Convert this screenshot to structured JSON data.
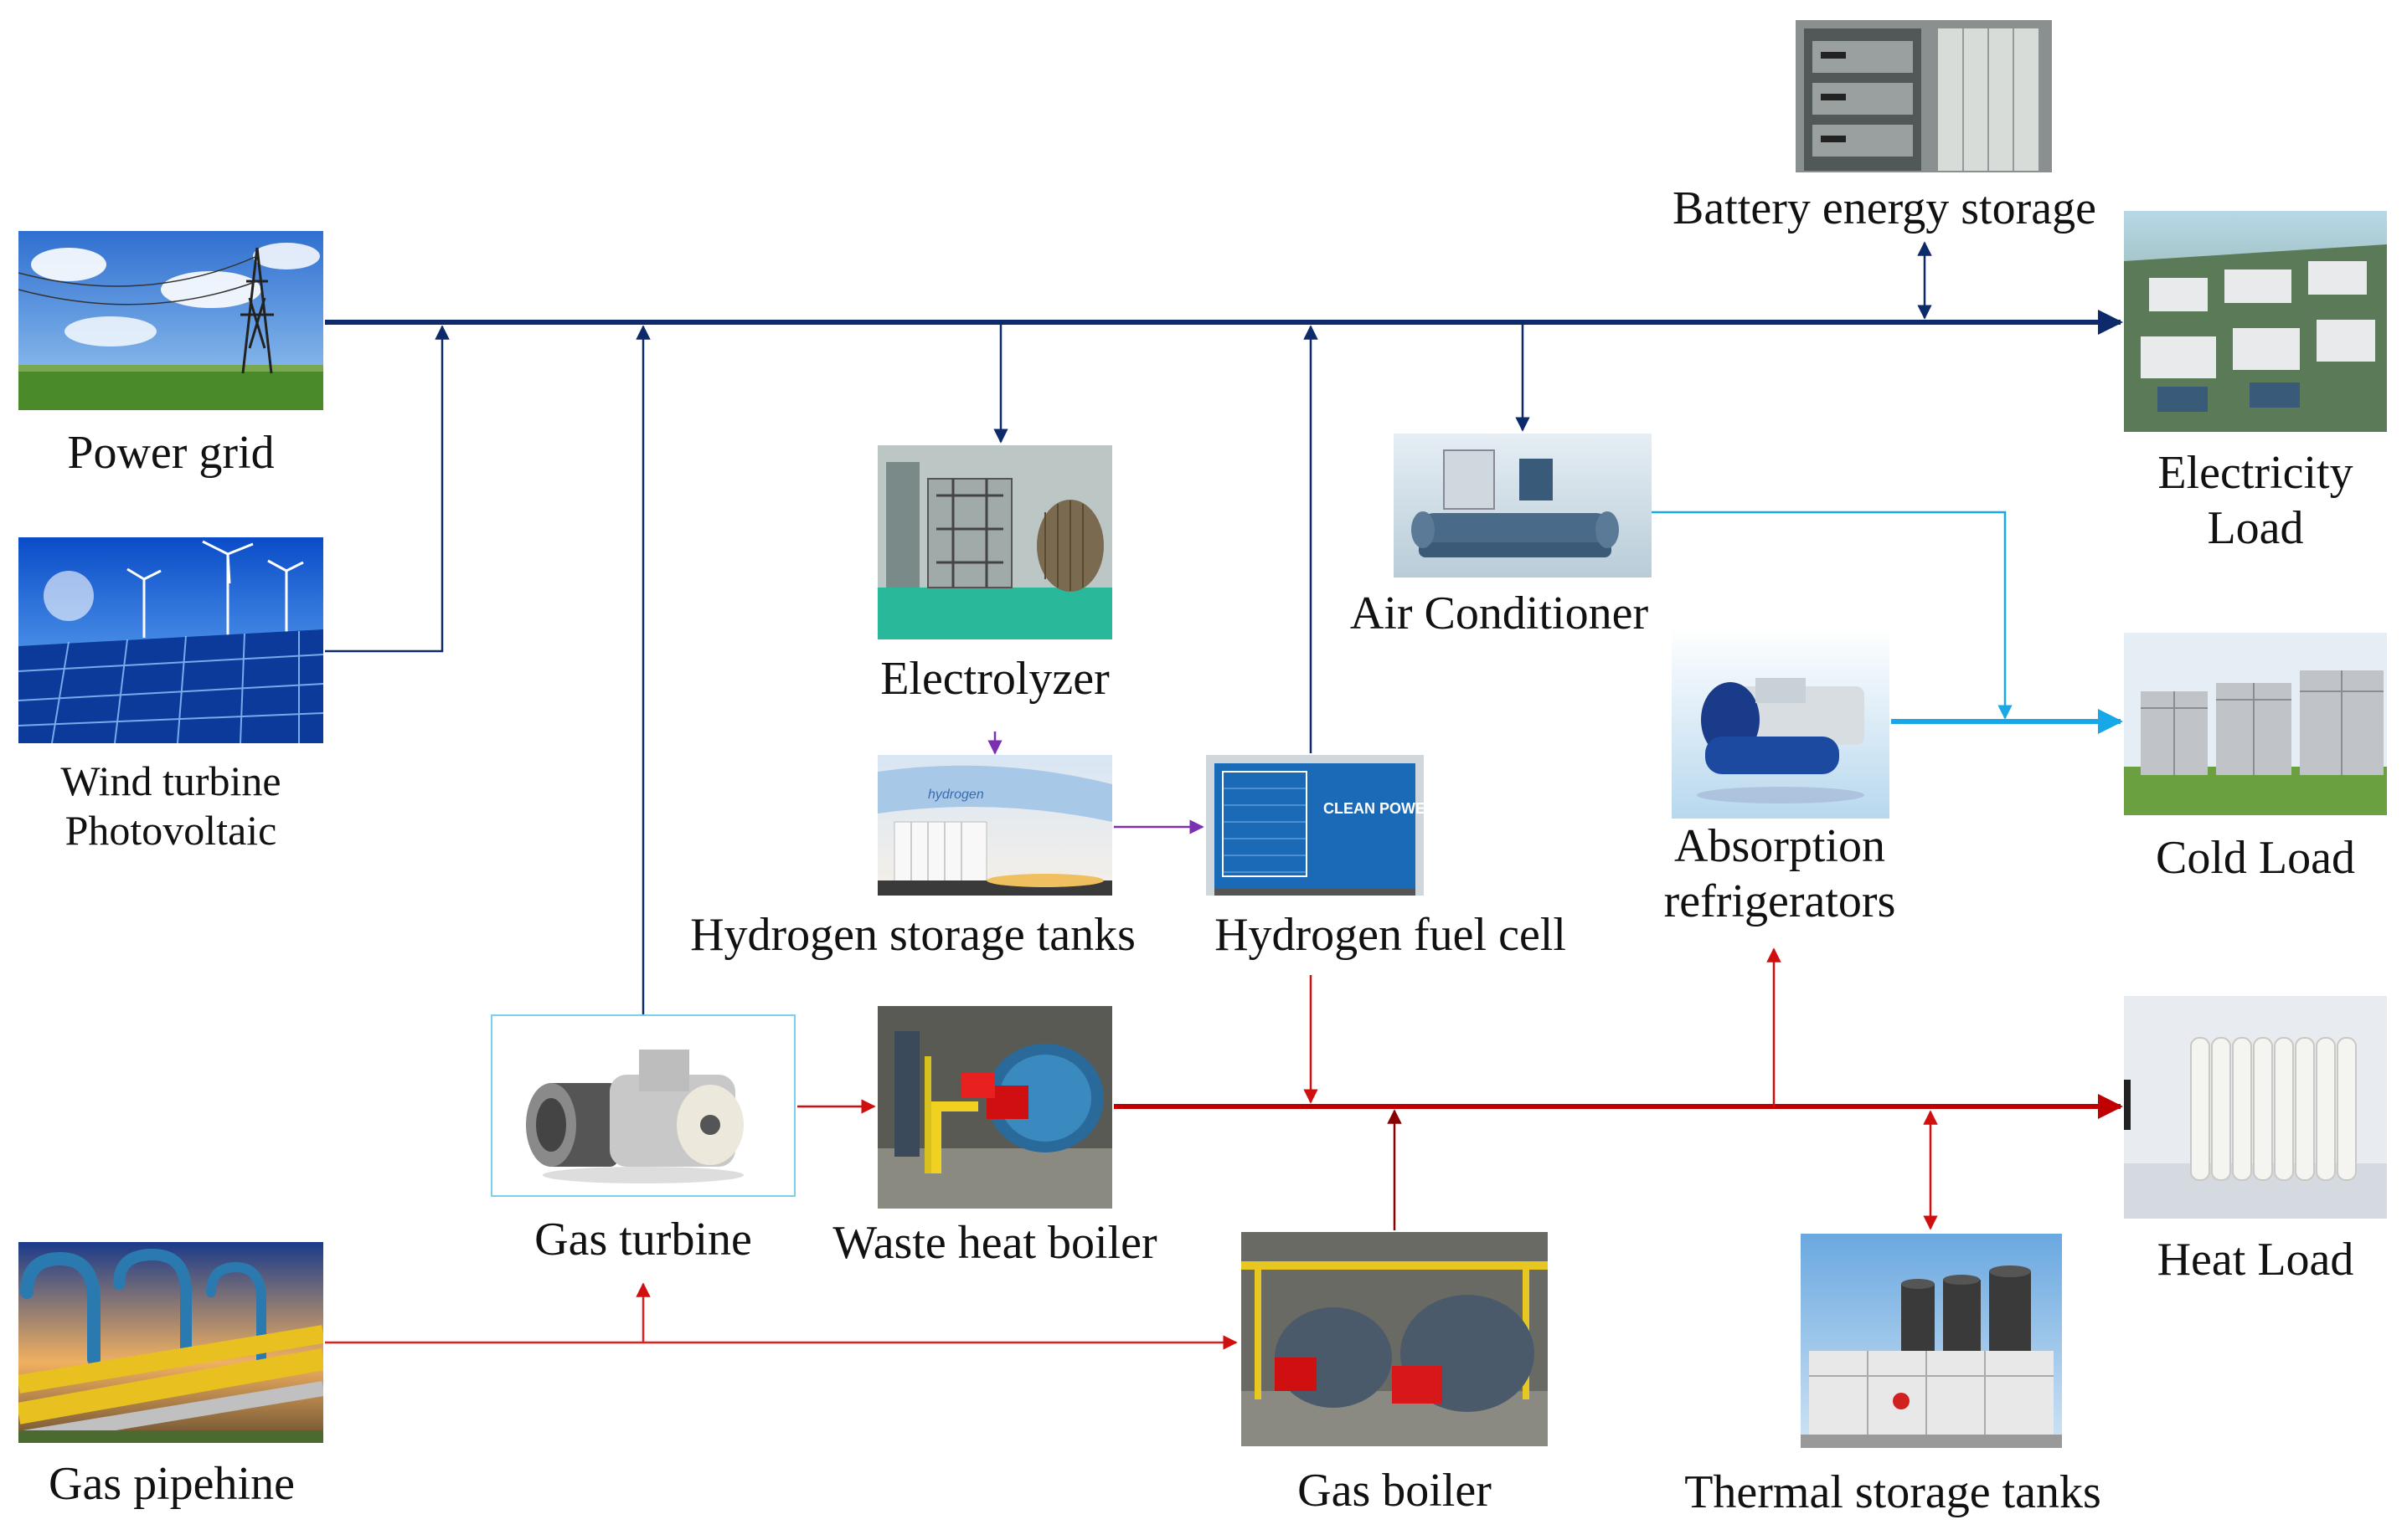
{
  "labels": {
    "power_grid": "Power grid",
    "wind_pv_line1": "Wind turbine",
    "wind_pv_line2": "Photovoltaic",
    "gas_pipeline": "Gas pipehine",
    "gas_turbine": "Gas turbine",
    "waste_heat_boiler": "Waste heat boiler",
    "electrolyzer": "Electrolyzer",
    "hydrogen_storage": "Hydrogen storage tanks",
    "hydrogen_fuel_cell": "Hydrogen fuel cell",
    "air_conditioner": "Air Conditioner",
    "absorption_line1": "Absorption",
    "absorption_line2": "refrigerators",
    "battery_storage": "Battery energy storage",
    "gas_boiler": "Gas boiler",
    "thermal_storage": "Thermal storage tanks",
    "electricity_load_line1": "Electricity",
    "electricity_load_line2": "Load",
    "cold_load": "Cold Load",
    "heat_load": "Heat Load"
  },
  "image_text": {
    "hydrogen_tank_text": "hydrogen",
    "fuel_cell_text": "CLEAN POWER"
  },
  "colors": {
    "electricity_bus": "#0d2a6b",
    "heat_bus": "#c00000",
    "cooling_flow": "#18a8e8",
    "hydrogen_flow": "#7a30b0",
    "gas_flow": "#e02020",
    "thermal_vertical": "#8a0000"
  }
}
